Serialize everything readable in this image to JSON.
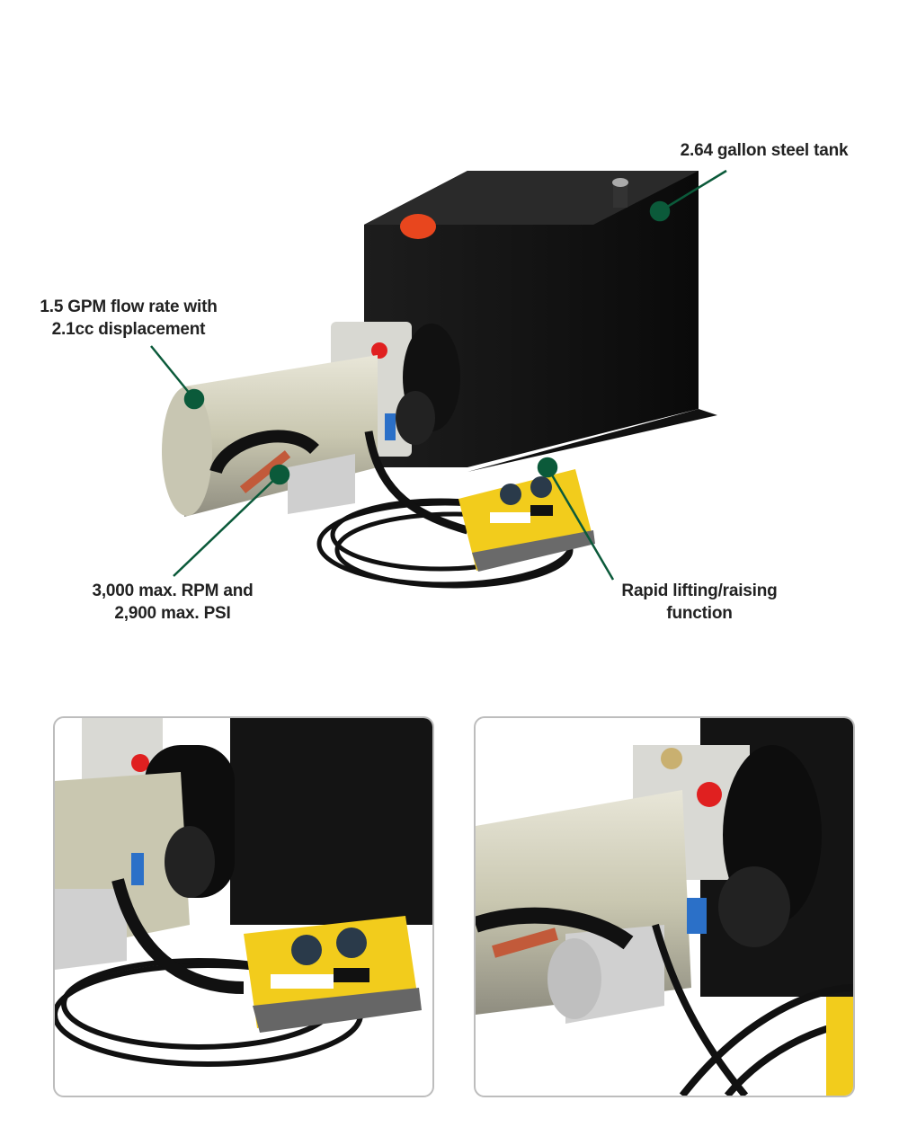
{
  "callouts": {
    "tank": {
      "text": "2.64 gallon steel tank"
    },
    "flow": {
      "line1": "1.5 GPM flow rate with",
      "line2": "2.1cc displacement"
    },
    "rpm": {
      "line1": "3,000 max. RPM and",
      "line2": "2,900 max. PSI"
    },
    "lifting": {
      "line1": "Rapid lifting/raising",
      "line2": "function"
    }
  },
  "colors": {
    "callout_green": "#0b5a3a",
    "text": "#222222",
    "tank": "#111111",
    "pendant": "#f2cc1c",
    "panel_border": "#bdbdbd"
  },
  "detail_panels": [
    "pendant-closeup",
    "solenoid-closeup"
  ]
}
